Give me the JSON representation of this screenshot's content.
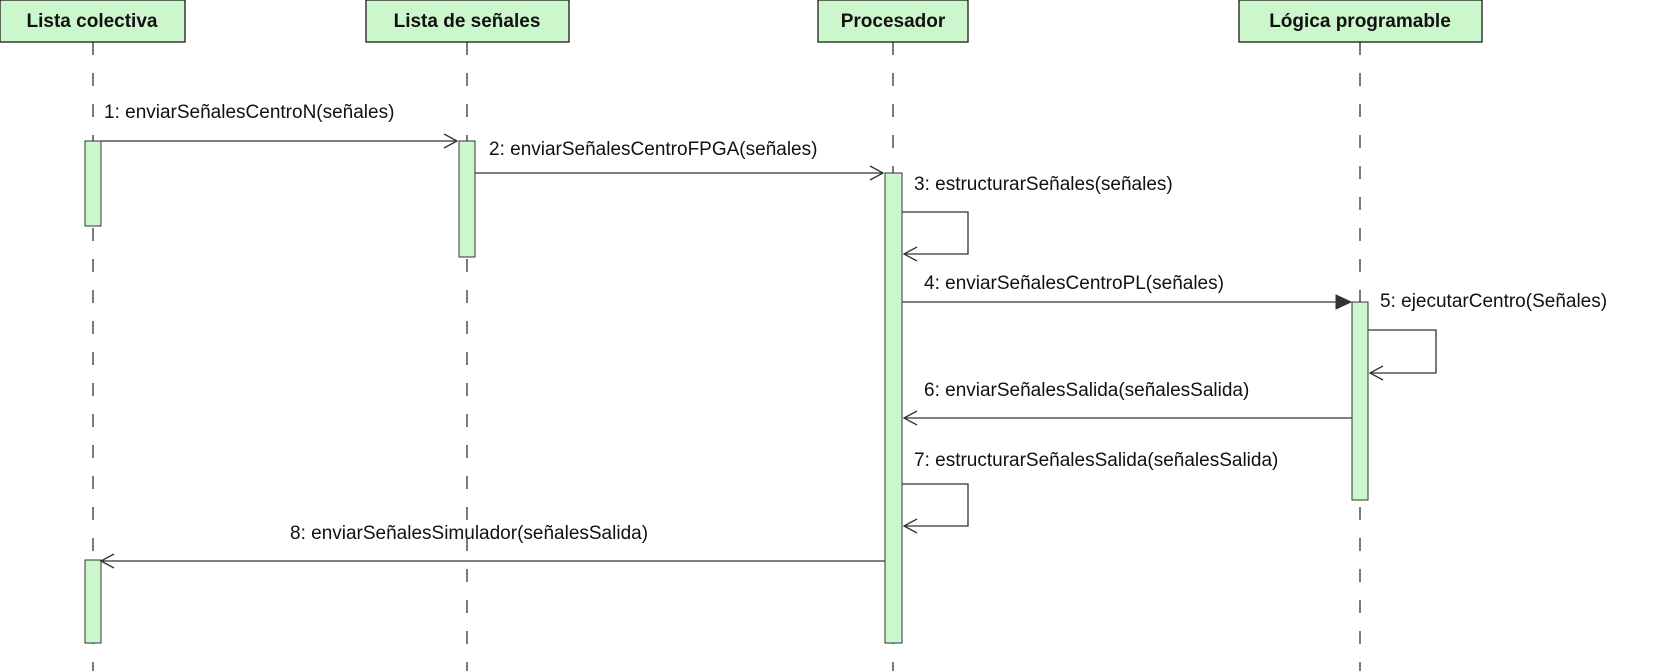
{
  "colors": {
    "participant_fill": "#ccf7cc",
    "activation_fill": "#ccf7cc",
    "line": "#333333",
    "border": "#1a1a1a"
  },
  "participants": [
    {
      "label": "Lista colectiva"
    },
    {
      "label": "Lista de señales"
    },
    {
      "label": "Procesador"
    },
    {
      "label": "Lógica programable"
    }
  ],
  "messages": [
    {
      "label": "1: enviarSeñalesCentroN(señales)",
      "from": "Lista colectiva",
      "to": "Lista de señales",
      "kind": "async"
    },
    {
      "label": "2: enviarSeñalesCentroFPGA(señales)",
      "from": "Lista de señales",
      "to": "Procesador",
      "kind": "async"
    },
    {
      "label": "3: estructurarSeñales(señales)",
      "from": "Procesador",
      "to": "Procesador",
      "kind": "self"
    },
    {
      "label": "4: enviarSeñalesCentroPL(señales)",
      "from": "Procesador",
      "to": "Lógica programable",
      "kind": "sync"
    },
    {
      "label": "5: ejecutarCentro(Señales)",
      "from": "Lógica programable",
      "to": "Lógica programable",
      "kind": "self"
    },
    {
      "label": "6: enviarSeñalesSalida(señalesSalida)",
      "from": "Lógica programable",
      "to": "Procesador",
      "kind": "async"
    },
    {
      "label": "7: estructurarSeñalesSalida(señalesSalida)",
      "from": "Procesador",
      "to": "Procesador",
      "kind": "self"
    },
    {
      "label": "8: enviarSeñalesSimulador(señalesSalida)",
      "from": "Procesador",
      "to": "Lista colectiva",
      "kind": "async"
    }
  ]
}
